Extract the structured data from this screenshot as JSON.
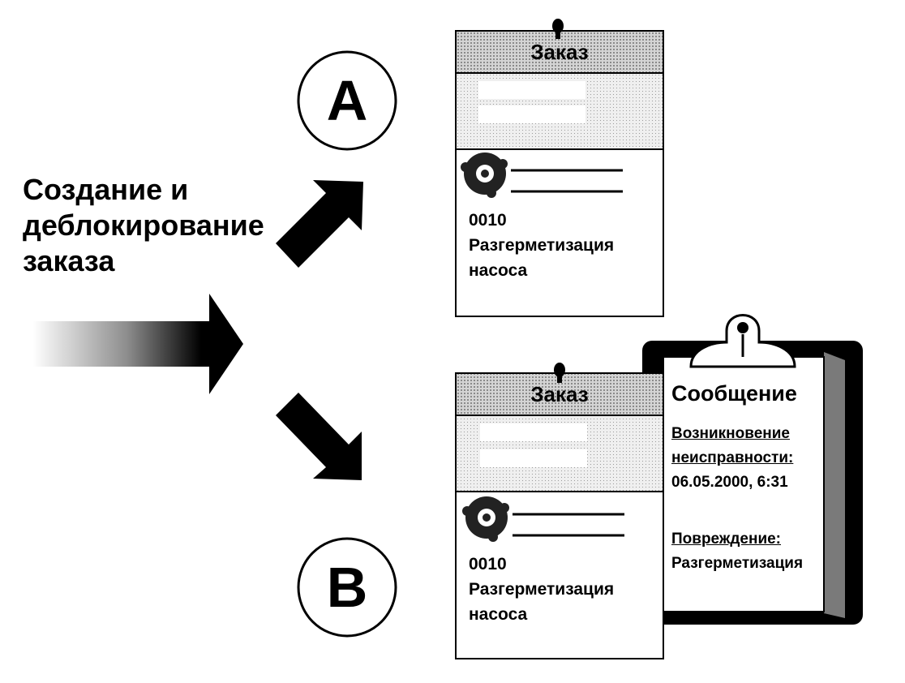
{
  "intro": {
    "line1": "Создание и",
    "line2": "деблокирование",
    "line3": "заказа"
  },
  "option_a": {
    "letter": "A"
  },
  "option_b": {
    "letter": "B"
  },
  "order_card_a": {
    "title": "Заказ",
    "operation_number": "0010",
    "operation_line1": "Разгерметизация",
    "operation_line2": "насоса"
  },
  "order_card_b": {
    "title": "Заказ",
    "operation_number": "0010",
    "operation_line1": "Разгерметизация",
    "operation_line2": "насоса"
  },
  "notification": {
    "title": "Сообщение",
    "malfunction_label_line1": "Возникновение",
    "malfunction_label_line2": "неисправности:",
    "malfunction_value": "06.05.2000, 6:31",
    "damage_label": "Повреждение:",
    "damage_value": "Разгерметизация"
  },
  "colors": {
    "ink": "#000000",
    "header_gray": "#b8b8b8",
    "body_gray": "#e0e0e0",
    "paper": "#ffffff"
  },
  "icons": [
    "arrow-right-icon",
    "arrow-up-right-icon",
    "arrow-down-right-icon",
    "gear-icon",
    "clipboard-clip-icon",
    "pin-icon"
  ]
}
